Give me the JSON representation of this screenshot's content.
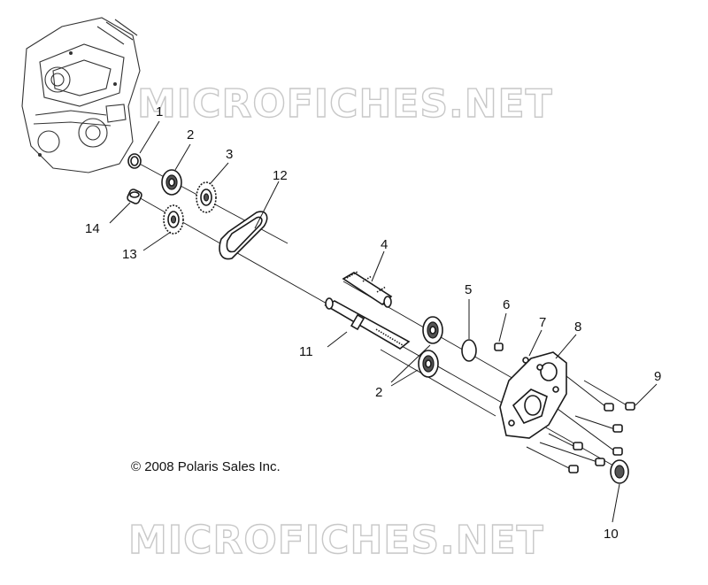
{
  "watermark": {
    "text_top": "MICROFICHES.NET",
    "text_bottom": "MICROFICHES.NET"
  },
  "copyright": "© 2008 Polaris Sales Inc.",
  "callouts": {
    "c1": "1",
    "c2a": "2",
    "c3": "3",
    "c4": "4",
    "c5": "5",
    "c6": "6",
    "c7": "7",
    "c8": "8",
    "c9": "9",
    "c10": "10",
    "c11": "11",
    "c12": "12",
    "c13": "13",
    "c14": "14",
    "c2b": "2"
  },
  "icons": {
    "locator": "transmission-housing-icon"
  }
}
